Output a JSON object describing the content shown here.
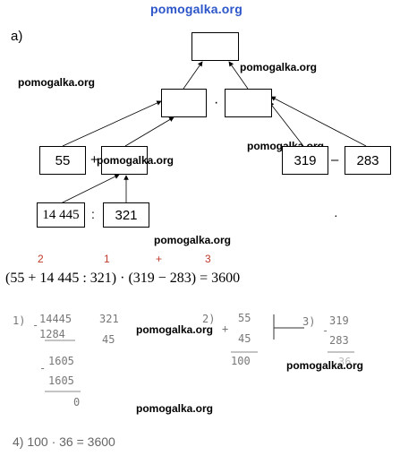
{
  "watermark": "pomogalka.org",
  "part_label": "а)",
  "tree": {
    "n55": "55",
    "plus_sign": "+",
    "n319": "319",
    "minus_sign": "–",
    "n283": "283",
    "n14445": "14 445",
    "colon": ":",
    "n321": "321",
    "dot_mid": "·",
    "dot_right": "·"
  },
  "order": {
    "o1": "2",
    "o2": "1",
    "o3": "+",
    "o4": "3"
  },
  "expression": "(55 + 14 445 : 321) · (319 − 283) = 3600",
  "step1": {
    "label": "1)",
    "minus": "-",
    "dividend": "14445",
    "divisor": "321",
    "sub1": "1284",
    "quotient": "45",
    "minus2": "-",
    "rem1": "1605",
    "sub2": "1605",
    "rem2": "0"
  },
  "step2": {
    "label": "2)",
    "minus": "+",
    "a": "55",
    "b": "45",
    "result": "100"
  },
  "step3": {
    "label": "3)",
    "minus": "-",
    "a": "319",
    "b": "283",
    "result": "36"
  },
  "step4": "4) 100 · 36 = 3600"
}
